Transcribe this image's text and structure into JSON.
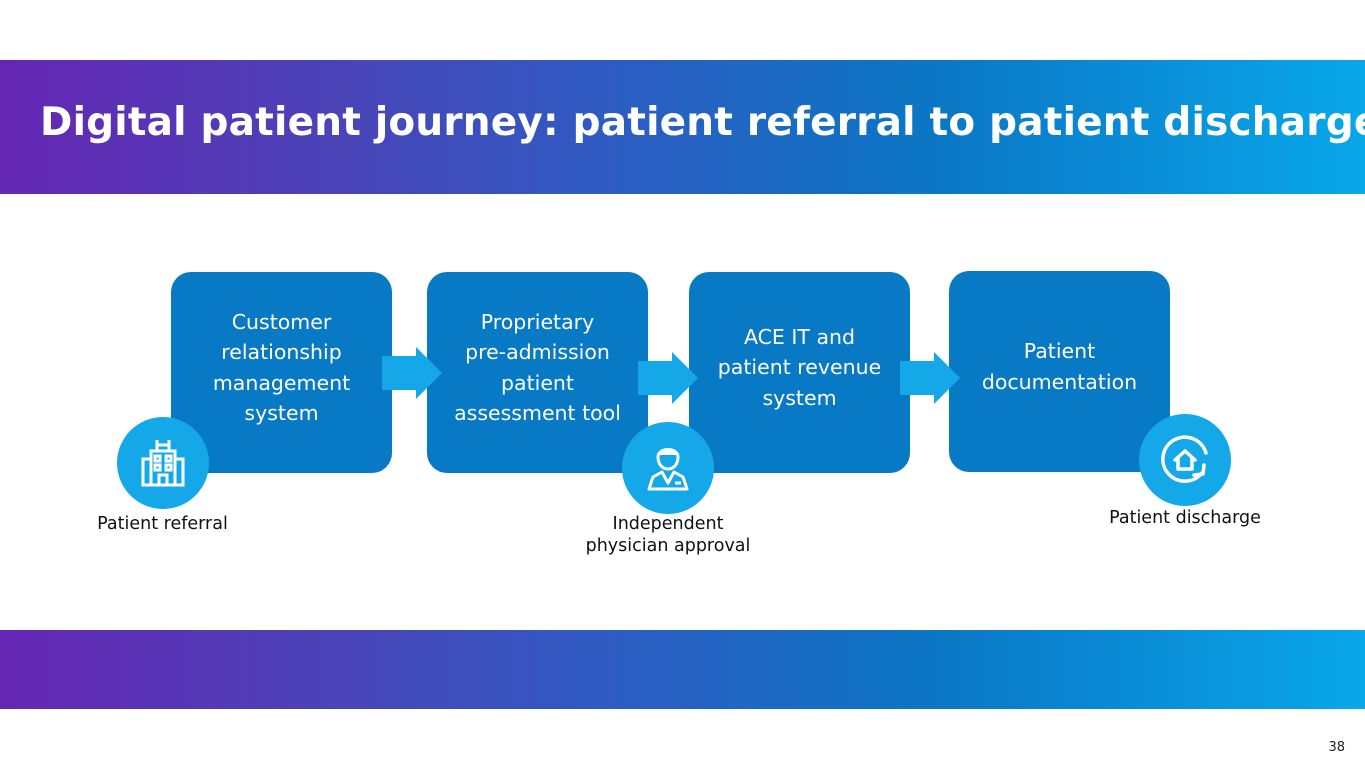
{
  "header": {
    "title": "Digital patient journey: patient referral to patient discharge"
  },
  "steps": [
    {
      "label": "Customer\nrelationship\nmanagement\nsystem"
    },
    {
      "label": "Proprietary\npre-admission\npatient\nassessment tool"
    },
    {
      "label": "ACE IT and\npatient revenue\nsystem"
    },
    {
      "label": "Patient\ndocumentation"
    }
  ],
  "milestones": [
    {
      "label": "Patient referral",
      "icon": "hospital-building-icon"
    },
    {
      "label": "Independent\nphysician approval",
      "icon": "physician-icon"
    },
    {
      "label": "Patient discharge",
      "icon": "home-return-icon"
    }
  ],
  "colors": {
    "box": "#0879c4",
    "circle": "#14a8e8",
    "arrow": "#14a8e8"
  },
  "footer": {
    "page_number": "38"
  }
}
